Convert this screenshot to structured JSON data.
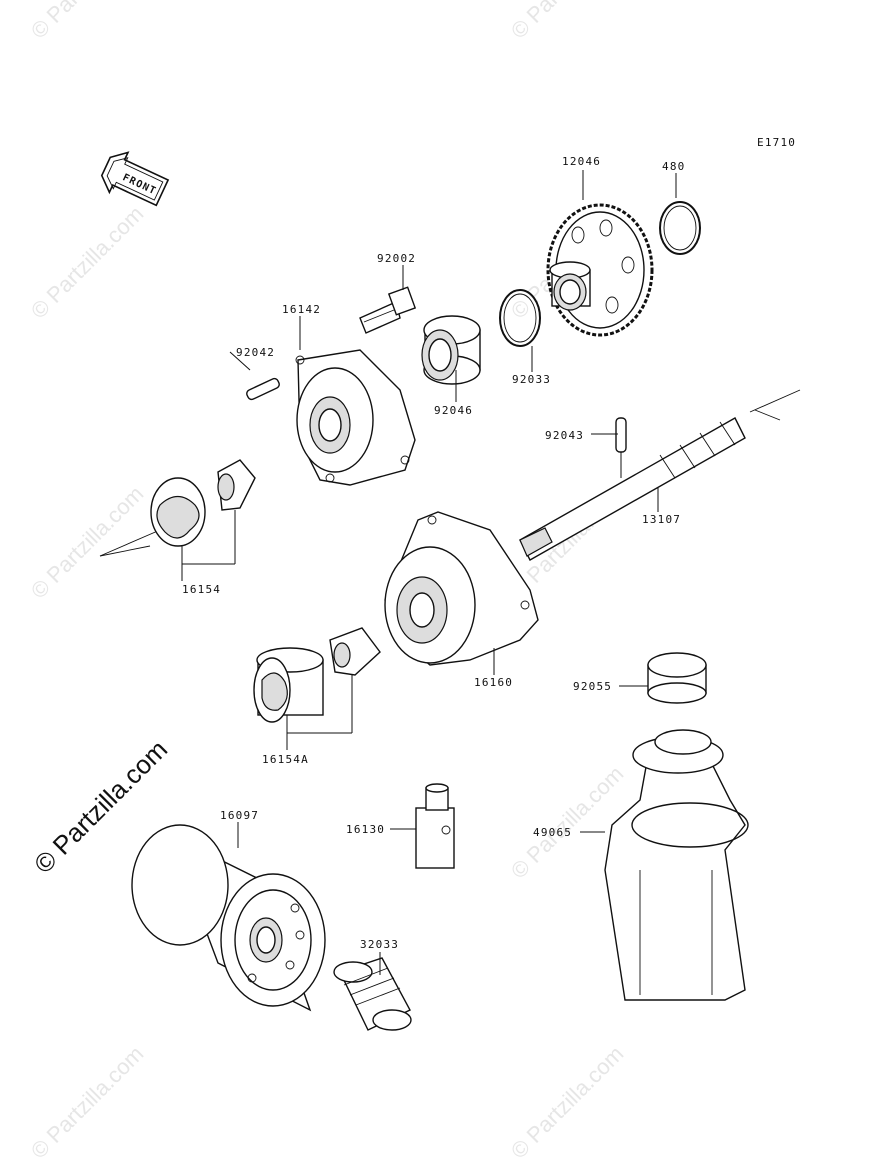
{
  "diagram_code": "E1710",
  "front_label": "FRONT",
  "watermark_main": "© Partzilla.com",
  "watermark_faint": "© Partzilla.com",
  "parts": [
    {
      "id": "12046"
    },
    {
      "id": "480"
    },
    {
      "id": "92002"
    },
    {
      "id": "16142"
    },
    {
      "id": "92042"
    },
    {
      "id": "92046"
    },
    {
      "id": "92033"
    },
    {
      "id": "92043"
    },
    {
      "id": "13107"
    },
    {
      "id": "16154"
    },
    {
      "id": "16160"
    },
    {
      "id": "16154A"
    },
    {
      "id": "92055"
    },
    {
      "id": "16097"
    },
    {
      "id": "16130"
    },
    {
      "id": "49065"
    },
    {
      "id": "32033"
    }
  ]
}
